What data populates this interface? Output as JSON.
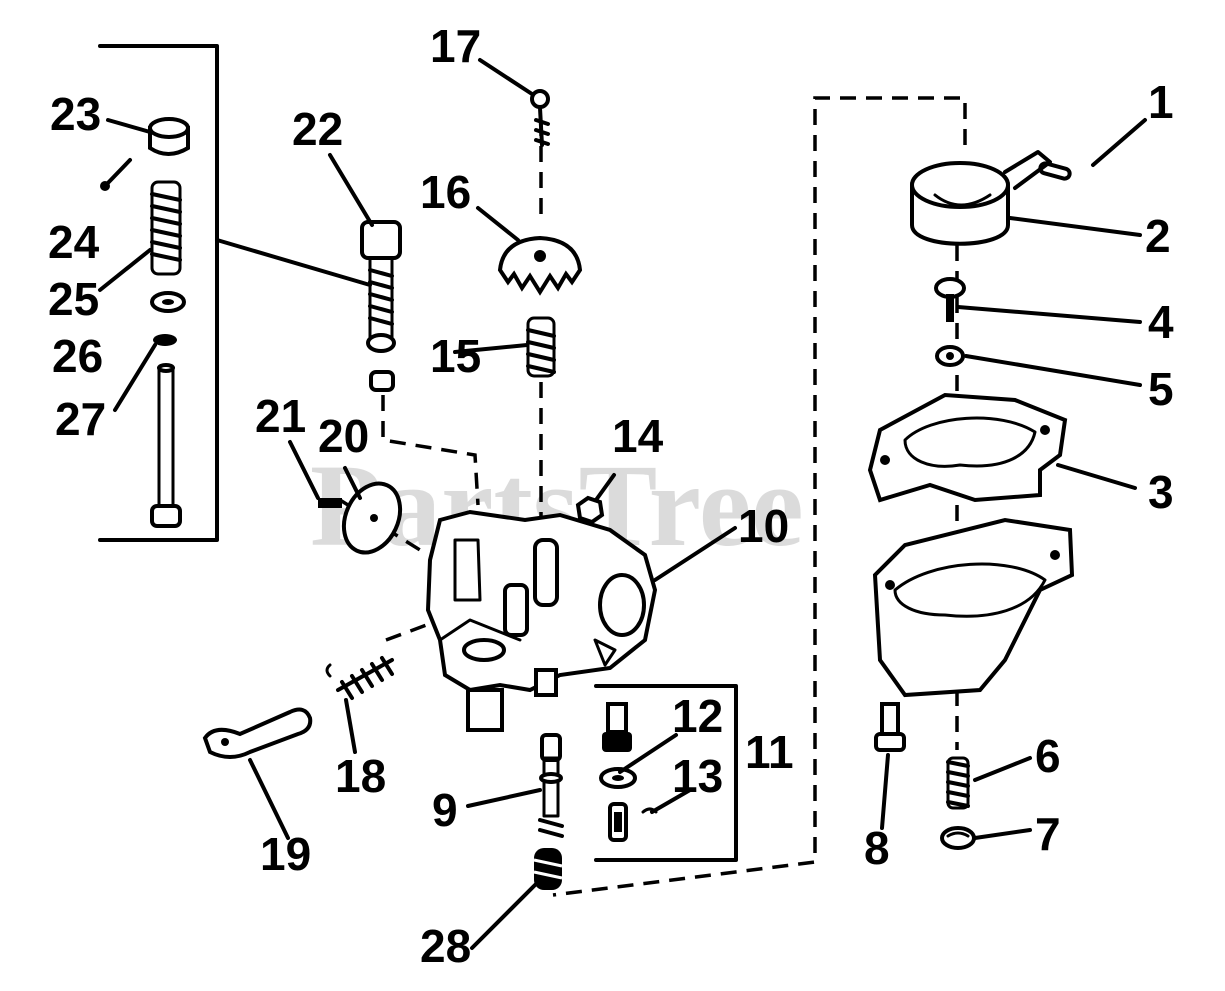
{
  "watermark": "PartsTree",
  "callouts": [
    "1",
    "2",
    "3",
    "4",
    "5",
    "6",
    "7",
    "8",
    "9",
    "10",
    "11",
    "12",
    "13",
    "14",
    "15",
    "16",
    "17",
    "18",
    "19",
    "20",
    "21",
    "22",
    "23",
    "24",
    "25",
    "26",
    "27",
    "28"
  ]
}
